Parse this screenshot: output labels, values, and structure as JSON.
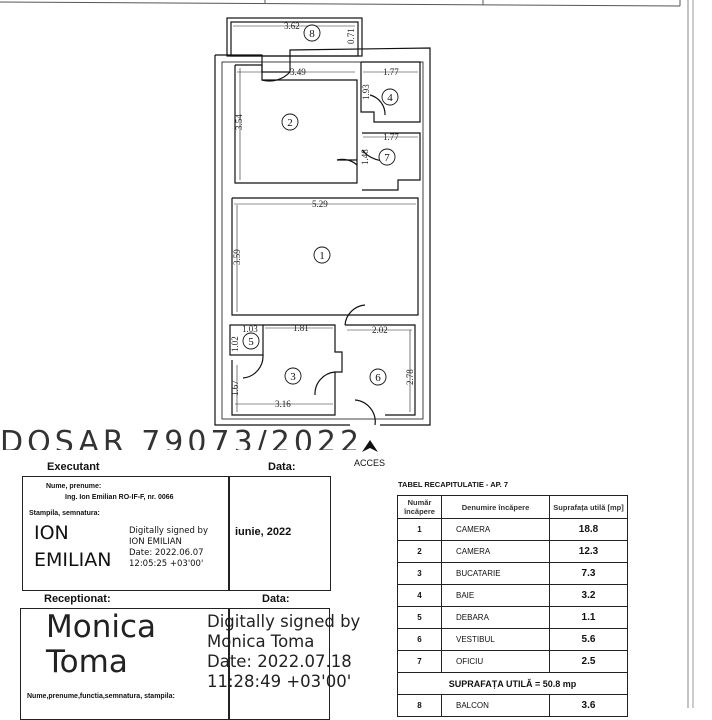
{
  "plan": {
    "rooms": [
      "1",
      "2",
      "3",
      "4",
      "5",
      "6",
      "7",
      "8"
    ],
    "dimensions": {
      "balcony_width": "3.62",
      "balcony_depth": "0.71",
      "room2_width": "3.49",
      "room2_height": "3.54",
      "room4_width": "1.77",
      "room4_height": "1.93",
      "room7_width": "1.77",
      "room7_height": "1.48",
      "room1_width": "5.29",
      "room1_height": "3.59",
      "room5_width": "1.03",
      "room5_height": "1.02",
      "room3_top": "1.81",
      "room3_bottom": "3.16",
      "room3_height": "1.67",
      "room6_width": "2.02",
      "room6_height": "2.78"
    },
    "access_label": "ACCES"
  },
  "dosar": "DOSAR 79073/2022",
  "executant": {
    "heading": "Executant",
    "date_heading": "Data:",
    "name_label": "Nume, prenume:",
    "name_value": "Ing. Ion Emilian RO-IF-F, nr. 0066",
    "stamp_label": "Stampila, semnatura:",
    "sig_name_1": "ION",
    "sig_name_2": "EMILIAN",
    "sig_lines": [
      "Digitally signed by",
      "ION EMILIAN",
      "Date: 2022.06.07",
      "12:05:25 +03'00'"
    ],
    "date_value": "iunie, 2022"
  },
  "receptionat": {
    "heading": "Receptionat:",
    "date_heading": "Data:",
    "fields_label": "Nume,prenume,functia,semnatura, stampila:"
  },
  "overlay_signature": {
    "name_1": "Monica",
    "name_2": "Toma",
    "lines": [
      "Digitally signed by",
      "Monica Toma",
      "Date: 2022.07.18",
      "11:28:49 +03'00'"
    ]
  },
  "table": {
    "title": "TABEL RECAPITULATIE - AP. 7",
    "headers": [
      "Număr încăpere",
      "Denumire încăpere",
      "Suprafața utilă [mp]"
    ],
    "rows": [
      {
        "nr": "1",
        "name": "CAMERA",
        "area": "18.8"
      },
      {
        "nr": "2",
        "name": "CAMERA",
        "area": "12.3"
      },
      {
        "nr": "3",
        "name": "BUCATARIE",
        "area": "7.3"
      },
      {
        "nr": "4",
        "name": "BAIE",
        "area": "3.2"
      },
      {
        "nr": "5",
        "name": "DEBARA",
        "area": "1.1"
      },
      {
        "nr": "6",
        "name": "VESTIBUL",
        "area": "5.6"
      },
      {
        "nr": "7",
        "name": "OFICIU",
        "area": "2.5"
      }
    ],
    "total": "SUPRAFAȚA UTILĂ = 50.8 mp",
    "extra_row": {
      "nr": "8",
      "name": "BALCON",
      "area": "3.6"
    }
  }
}
